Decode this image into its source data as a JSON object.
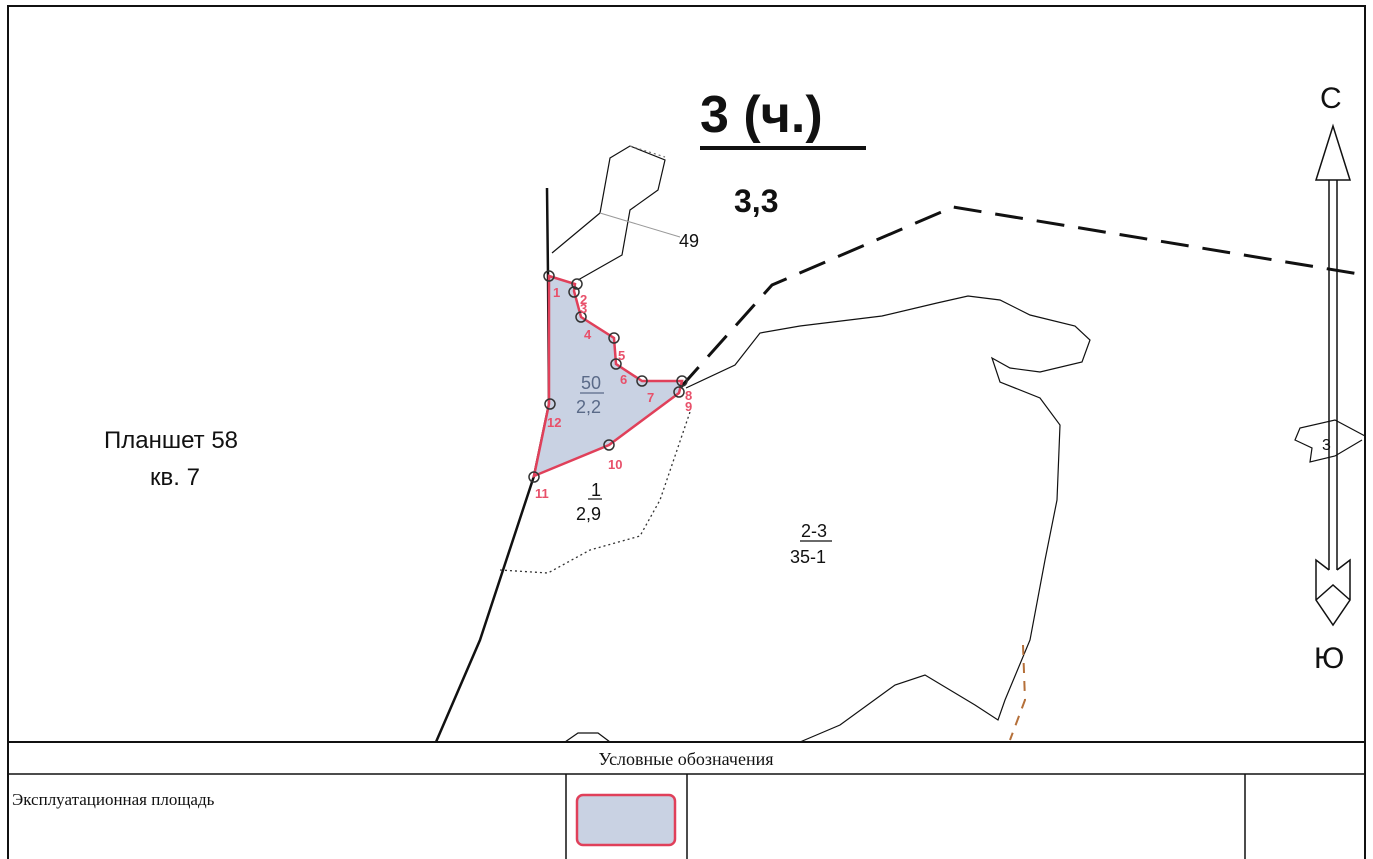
{
  "map": {
    "title": "3 (ч.)",
    "area_value": "3,3",
    "sheet_label": "Планшет 58",
    "block_label": "кв. 7",
    "north_label": "С",
    "south_label": "Ю",
    "parcels": {
      "p49": "49",
      "p50_num": "50",
      "p50_area": "2,2",
      "p1_num": "1",
      "p1_area": "2,9",
      "p23_num": "2-3",
      "p23_area": "35-1",
      "edge_3": "3"
    },
    "point_labels": [
      "1",
      "2",
      "3",
      "4",
      "5",
      "6",
      "7",
      "8",
      "9",
      "10",
      "11",
      "12"
    ]
  },
  "legend": {
    "title": "Условные обозначения",
    "item_label": "Эксплуатационная площадь",
    "item_fill": "#c9d2e3",
    "item_stroke": "#e0405a"
  },
  "colors": {
    "point_label": "#e8506a",
    "boundary": "#e0405a",
    "parcel_fill": "#c9d2e3",
    "line": "#111111"
  }
}
